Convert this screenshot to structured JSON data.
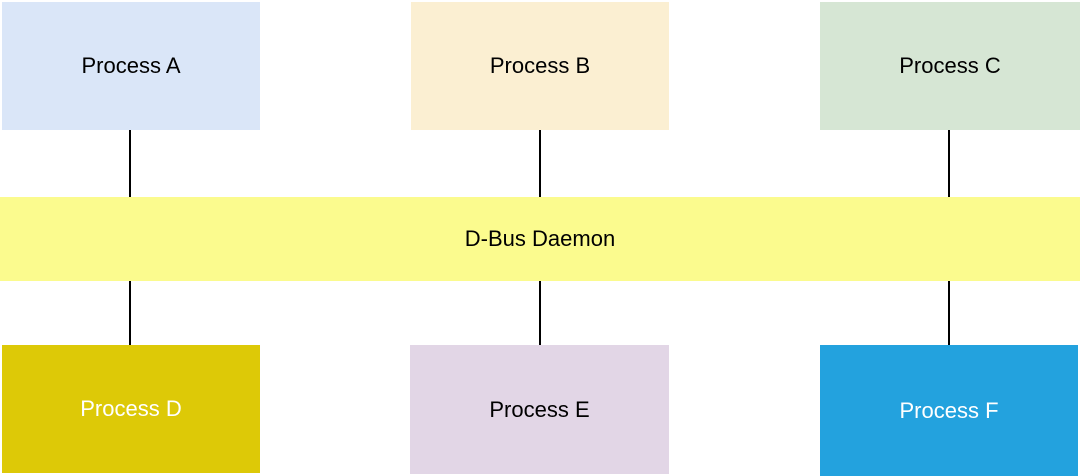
{
  "diagram": {
    "bus": {
      "label": "D-Bus Daemon",
      "fill": "#FBFB8E",
      "text_color": "#000000"
    },
    "top_processes": [
      {
        "label": "Process A",
        "fill": "#DAE6F8",
        "text_color": "#000000"
      },
      {
        "label": "Process B",
        "fill": "#FBEFD2",
        "text_color": "#000000"
      },
      {
        "label": "Process C",
        "fill": "#D6E6D4",
        "text_color": "#000000"
      }
    ],
    "bottom_processes": [
      {
        "label": "Process D",
        "fill": "#DDC907",
        "text_color": "#FFFFFF"
      },
      {
        "label": "Process E",
        "fill": "#E2D6E6",
        "text_color": "#000000"
      },
      {
        "label": "Process F",
        "fill": "#23A2DE",
        "text_color": "#FFFFFF"
      }
    ],
    "connector_color": "#000000"
  }
}
